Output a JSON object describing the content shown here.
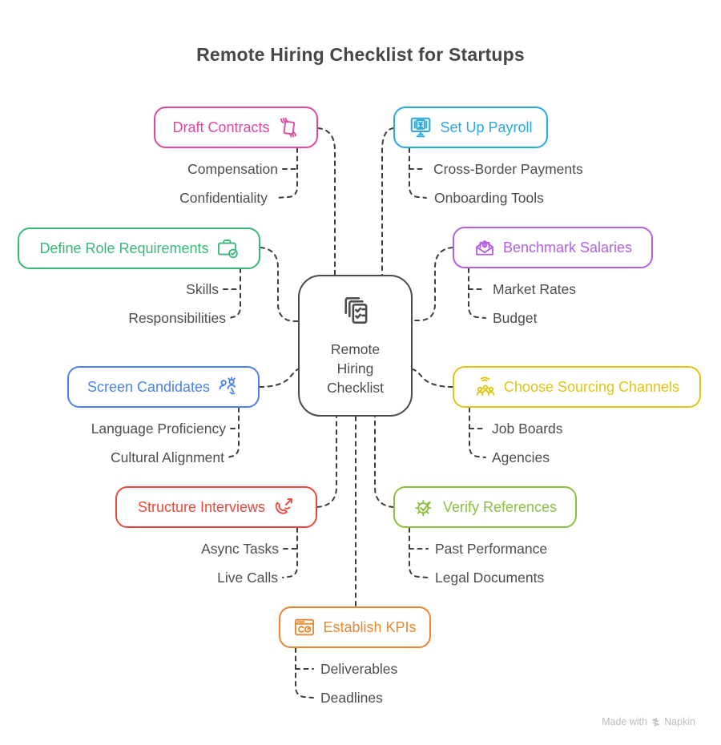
{
  "title": "Remote Hiring Checklist for Startups",
  "center": {
    "label": "Remote Hiring Checklist",
    "icon": "checklist-documents-icon"
  },
  "branches": [
    {
      "id": "draft-contracts",
      "label": "Draft Contracts",
      "color": "#e0479e",
      "icon": "contract-hands-icon",
      "sub": [
        "Compensation",
        "Confidentiality"
      ]
    },
    {
      "id": "set-up-payroll",
      "label": "Set Up Payroll",
      "color": "#2aa9e0",
      "icon": "payroll-monitor-icon",
      "sub": [
        "Cross-Border Payments",
        "Onboarding Tools"
      ]
    },
    {
      "id": "define-role-requirements",
      "label": "Define Role Requirements",
      "color": "#38b877",
      "icon": "briefcase-check-icon",
      "sub": [
        "Skills",
        "Responsibilities"
      ]
    },
    {
      "id": "benchmark-salaries",
      "label": "Benchmark Salaries",
      "color": "#b45ee9",
      "icon": "salary-envelope-icon",
      "sub": [
        "Market Rates",
        "Budget"
      ]
    },
    {
      "id": "screen-candidates",
      "label": "Screen Candidates",
      "color": "#4b82ec",
      "icon": "screen-candidates-icon",
      "sub": [
        "Language Proficiency",
        "Cultural Alignment"
      ]
    },
    {
      "id": "choose-sourcing-channels",
      "label": "Choose Sourcing Channels",
      "color": "#e0c414",
      "icon": "network-people-icon",
      "sub": [
        "Job Boards",
        "Agencies"
      ]
    },
    {
      "id": "structure-interviews",
      "label": "Structure Interviews",
      "color": "#e8493c",
      "icon": "phone-arrow-icon",
      "sub": [
        "Async Tasks",
        "Live Calls"
      ]
    },
    {
      "id": "verify-references",
      "label": "Verify References",
      "color": "#8cbe3f",
      "icon": "gear-check-icon",
      "sub": [
        "Past Performance",
        "Legal Documents"
      ]
    },
    {
      "id": "establish-kpis",
      "label": "Establish KPIs",
      "color": "#e8872f",
      "icon": "kpi-window-icon",
      "sub": [
        "Deliverables",
        "Deadlines"
      ]
    }
  ],
  "colors": {
    "background": "#ffffff",
    "connector": "#3d3d3d",
    "center_border": "#4a4a4a",
    "body_text": "#4d4d4d",
    "title_text": "#474747",
    "watermark_text": "#bcbcbc"
  },
  "watermark": {
    "prefix": "Made with",
    "brand": "Napkin"
  }
}
